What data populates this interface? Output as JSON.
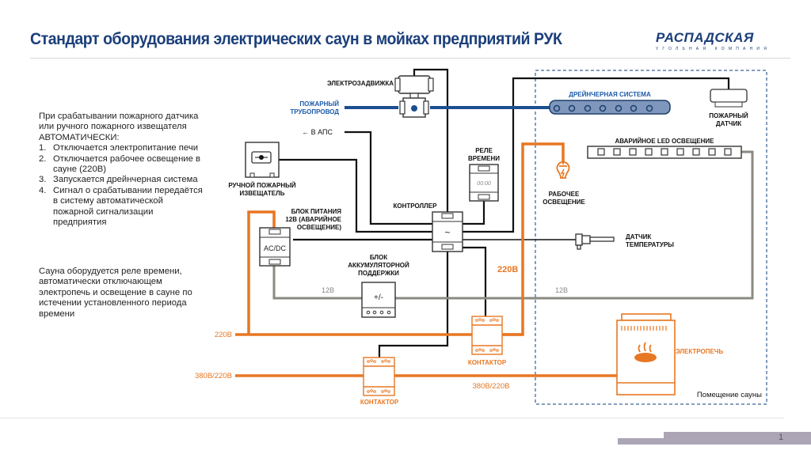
{
  "header": {
    "title": "Стандарт оборудования электрических саун в мойках предприятий РУК",
    "logo_main": "РАСПАДСКАЯ",
    "logo_sub": "УГОЛЬНАЯ КОМПАНИЯ"
  },
  "left_panel": {
    "intro": "При срабатывании пожарного датчика или ручного пожарного извещателя АВТОМАТИЧЕСКИ:",
    "items": [
      {
        "num": "1.",
        "text": "Отключается электропитание печи"
      },
      {
        "num": "2.",
        "text": "Отключается рабочее освещение в сауне (220В)"
      },
      {
        "num": "3.",
        "text": "Запускается дрейнчерная система"
      },
      {
        "num": "4.",
        "text": "Сигнал о срабатывании передаётся в систему автоматической пожарной сигнализации предприятия"
      }
    ],
    "paragraph": "Сауна оборудуется реле времени, автоматически отключающем электропечь и освещение в сауне по истечении установленного периода времени"
  },
  "diagram": {
    "colors": {
      "blue": "#1b4f8f",
      "orange": "#e87722",
      "gray": "#8a8a80",
      "black": "#111111",
      "dashed": "#5b7fa8"
    },
    "labels": {
      "valve": "ЭЛЕКТРОЗАДВИЖКА",
      "pipe_line1": "ПОЖАРНЫЙ",
      "pipe_line2": "ТРУБОПРОВОД",
      "to_aps": "← В АПС",
      "manual_line1": "РУЧНОЙ ПОЖАРНЫЙ",
      "manual_line2": "ИЗВЕЩАТЕЛЬ",
      "psu_line1": "БЛОК ПИТАНИЯ",
      "psu_line2": "12В (АВАРИЙНОЕ",
      "psu_line3": "ОСВЕЩЕНИЕ)",
      "psu_face": "AC/DC",
      "controller": "КОНТРОЛЛЕР",
      "controller_face": "~",
      "relay_line1": "РЕЛЕ",
      "relay_line2": "ВРЕМЕНИ",
      "relay_face": "00:00",
      "battery_line1": "БЛОК",
      "battery_line2": "АККУМУЛЯТОРНОЙ",
      "battery_line3": "ПОДДЕРЖКИ",
      "battery_face": "+/-",
      "drencher": "ДРЕЙНЧЕРНАЯ СИСТЕМА",
      "fire_sensor_line1": "ПОЖАРНЫЙ",
      "fire_sensor_line2": "ДАТЧИК",
      "led": "АВАРИЙНОЕ LED ОСВЕЩЕНИЕ",
      "work_light_line1": "РАБОЧЕЕ",
      "work_light_line2": "ОСВЕЩЕНИЕ",
      "temp_line1": "ДАТЧИК",
      "temp_line2": "ТЕМПЕРАТУРЫ",
      "heater": "ЭЛЕКТРОПЕЧЬ",
      "contactor1": "КОНТАКТОР",
      "contactor2": "КОНТАКТОР",
      "v220_vertical": "220В",
      "v220_left": "220В",
      "v380_left": "380В/220В",
      "v380_right": "380В/220В",
      "v12_left": "12В",
      "v12_right": "12В",
      "room": "Помещение сауны"
    }
  },
  "footer": {
    "page": "1"
  }
}
